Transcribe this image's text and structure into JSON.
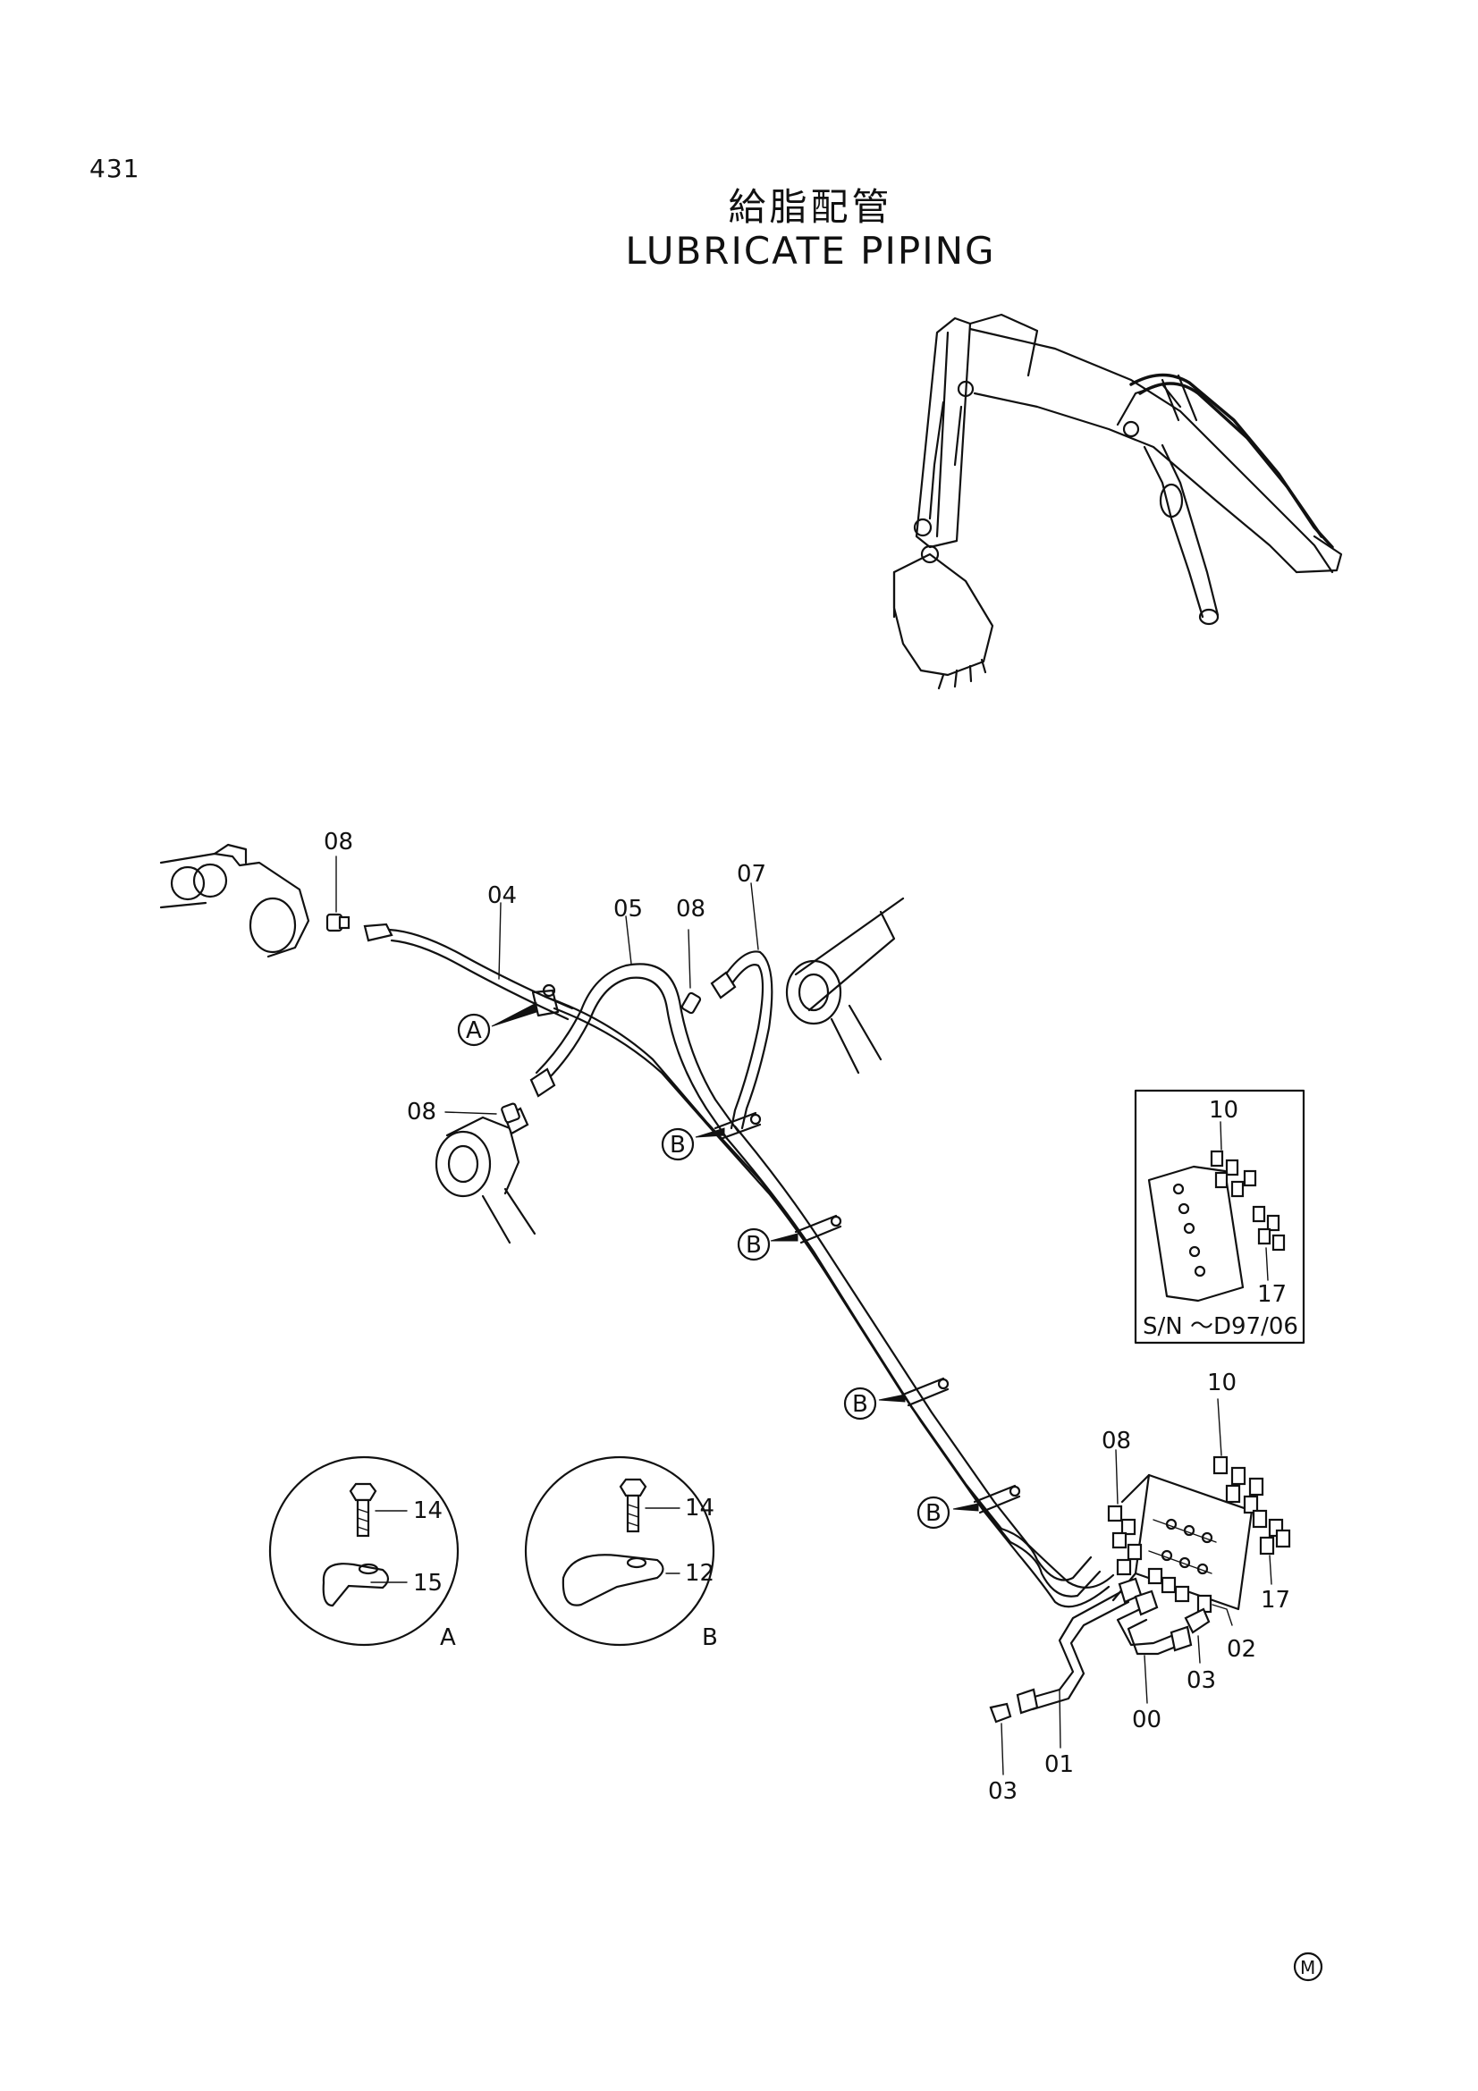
{
  "page_number": "431",
  "title_jp": "給脂配管",
  "title_en": "LUBRICATE PIPING",
  "callouts": {
    "c08_top": "08",
    "c04": "04",
    "c05": "05",
    "c08_mid": "08",
    "c07": "07",
    "c08_left": "08",
    "c08_right": "08",
    "c10_inset": "10",
    "c17_inset": "17",
    "c10_main": "10",
    "c17_main": "17",
    "c02": "02",
    "c03_right": "03",
    "c00": "00",
    "c01": "01",
    "c03_left": "03",
    "c14_a": "14",
    "c15_a": "15",
    "c14_b": "14",
    "c12_b": "12"
  },
  "section_markers": {
    "a1": "A",
    "b1": "B",
    "b2": "B",
    "b3": "B",
    "b4": "B"
  },
  "detail_labels": {
    "detail_a": "A",
    "detail_b": "B"
  },
  "inset_serial": "S/N ～D97/06",
  "corner_mark": "M"
}
